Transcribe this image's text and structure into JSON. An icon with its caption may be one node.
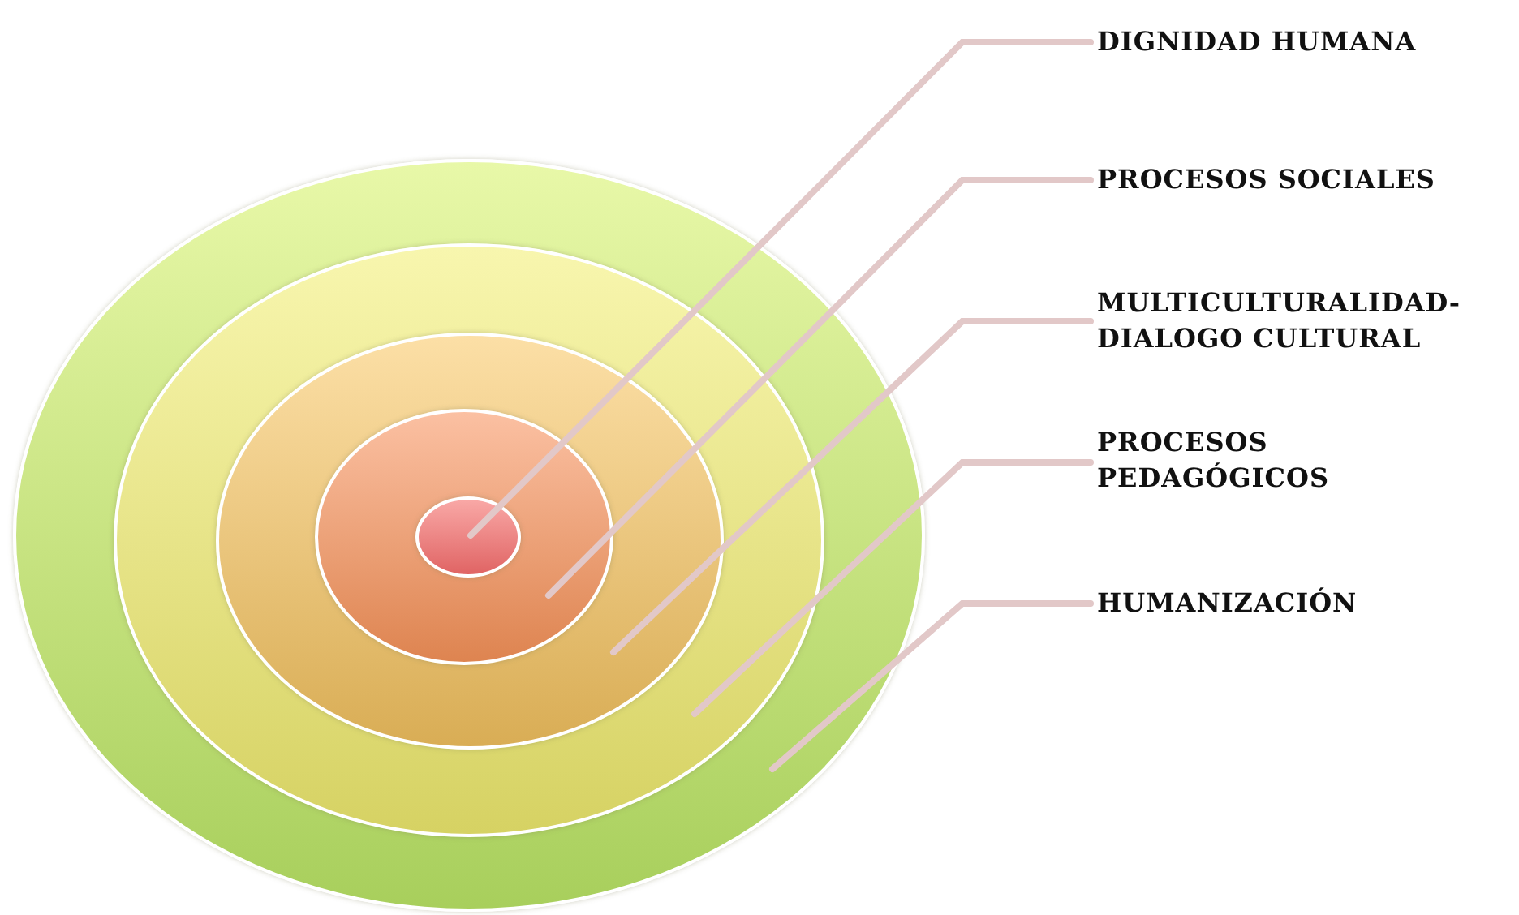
{
  "diagram": {
    "nodes": [
      {
        "text": [],
        "shape": "ellipse"
      },
      {
        "text": [],
        "shape": "ellipse",
        "in": 0
      },
      {
        "text": [],
        "shape": "ellipse",
        "in": 1
      },
      {
        "text": [],
        "shape": "ellipse",
        "in": 2
      },
      {
        "text": [],
        "shape": "ellipse",
        "in": 3
      },
      {
        "text": [
          "DIGNIDAD HUMANA"
        ]
      },
      {
        "text": [
          "PROCESOS SOCIALES"
        ]
      },
      {
        "text": [
          "MULTICULTURALIDAD-DIALOGO CULTURAL"
        ]
      },
      {
        "text": [
          "PROCESOS PEDAGÓGICOS"
        ]
      },
      {
        "text": [
          "HUMANIZACIÓN"
        ]
      }
    ],
    "edges": [
      {
        "from": 5,
        "to": 4,
        "arrow": "none"
      },
      {
        "from": 6,
        "to": 3,
        "arrow": "none"
      },
      {
        "from": 7,
        "to": 2,
        "arrow": "none"
      },
      {
        "from": 8,
        "to": 1,
        "arrow": "none"
      },
      {
        "from": 9,
        "to": 0,
        "arrow": "none"
      }
    ]
  }
}
